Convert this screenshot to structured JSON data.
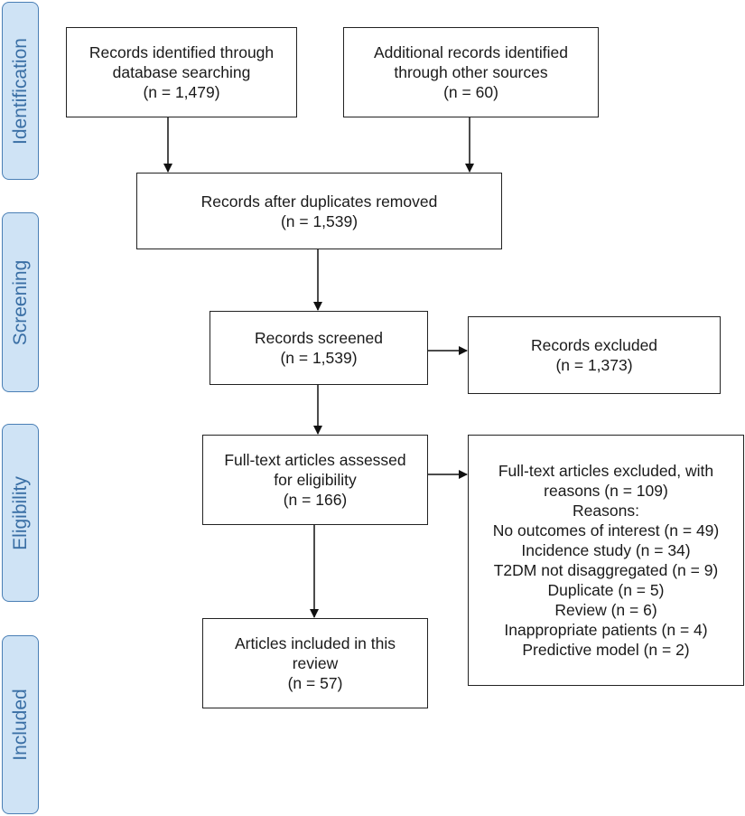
{
  "phases": {
    "identification": "Identification",
    "screening": "Screening",
    "eligibility": "Eligibility",
    "included": "Included"
  },
  "boxes": {
    "db_search": [
      "Records identified through",
      "database searching",
      "(n = 1,479)"
    ],
    "other_sources": [
      "Additional records identified",
      "through other sources",
      "(n = 60)"
    ],
    "after_duplicates": [
      "Records after duplicates removed",
      "(n = 1,539)"
    ],
    "screened": [
      "Records screened",
      "(n = 1,539)"
    ],
    "excluded": [
      "Records excluded",
      "(n = 1,373)"
    ],
    "fulltext_assessed": [
      "Full-text articles assessed",
      "for eligibility",
      "(n = 166)"
    ],
    "fulltext_excluded": [
      "Full-text articles excluded, with",
      "reasons (n = 109)",
      "Reasons:",
      "No outcomes of interest (n = 49)",
      "Incidence study (n = 34)",
      "T2DM not disaggregated (n = 9)",
      "Duplicate (n = 5)",
      "Review (n = 6)",
      "Inappropriate patients (n = 4)",
      "Predictive model (n = 2)"
    ],
    "included": [
      "Articles included in this",
      "review",
      "(n = 57)"
    ]
  },
  "colors": {
    "phase_fill": "#cfe3f5",
    "phase_border": "#4a7fb5",
    "phase_text": "#3a6fa5",
    "box_border": "#222222"
  }
}
